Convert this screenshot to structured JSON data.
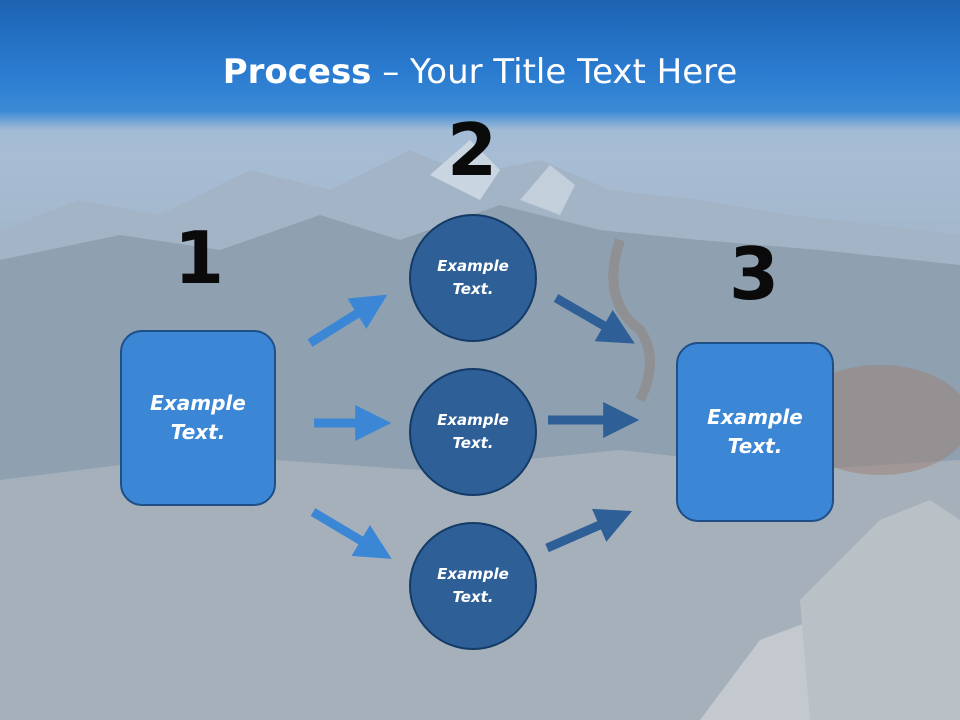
{
  "title": {
    "bold": "Process",
    "rest": " – Your Title Text Here"
  },
  "steps": {
    "one": {
      "number": "1",
      "label": "Example\nText."
    },
    "two": {
      "number": "2",
      "nodes": [
        {
          "label": "Example\nText."
        },
        {
          "label": "Example\nText."
        },
        {
          "label": "Example\nText."
        }
      ]
    },
    "three": {
      "number": "3",
      "label": "Example\nText."
    }
  },
  "colors": {
    "box": "#3b87d6",
    "circle": "#2e5f97",
    "arrow_light": "#3b87d6",
    "arrow_dark": "#2e5f97",
    "title_bar": "#2a7bd0"
  }
}
